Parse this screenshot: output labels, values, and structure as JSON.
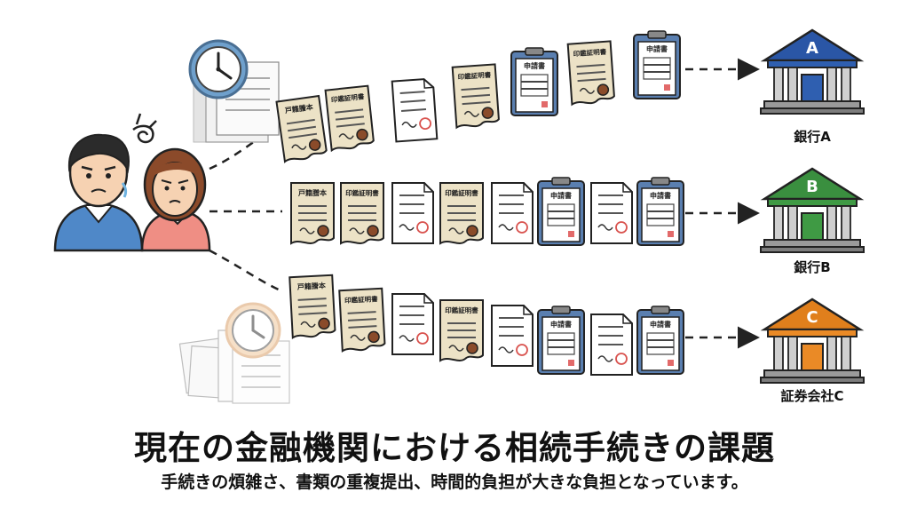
{
  "title": "現在の金融機関における相続手続きの課題",
  "subtitle": "手続きの煩雑さ、書類の重複提出、時間的負担が大きな負担となっています。",
  "document_labels": {
    "koseki": "戸籍謄本",
    "inkan": "印鑑証明書",
    "shinsei": "申請書"
  },
  "banks": [
    {
      "letter": "A",
      "name": "銀行A",
      "color": "#2f5fb0",
      "roof_color": "#2a56a6"
    },
    {
      "letter": "B",
      "name": "銀行B",
      "color": "#3f9a44",
      "roof_color": "#3a8f3f"
    },
    {
      "letter": "C",
      "name": "証券会社C",
      "color": "#ea8a26",
      "roof_color": "#e07f1c"
    }
  ],
  "rows": [
    {
      "docs": [
        "koseki",
        "inkan",
        "paper",
        "inkan",
        "shinsei",
        "inkan",
        "shinsei"
      ]
    },
    {
      "docs": [
        "koseki",
        "inkan",
        "paper",
        "inkan",
        "paper",
        "shinsei",
        "paper",
        "shinsei"
      ]
    },
    {
      "docs": [
        "koseki",
        "inkan",
        "paper",
        "inkan",
        "paper",
        "shinsei",
        "paper",
        "shinsei"
      ]
    }
  ]
}
